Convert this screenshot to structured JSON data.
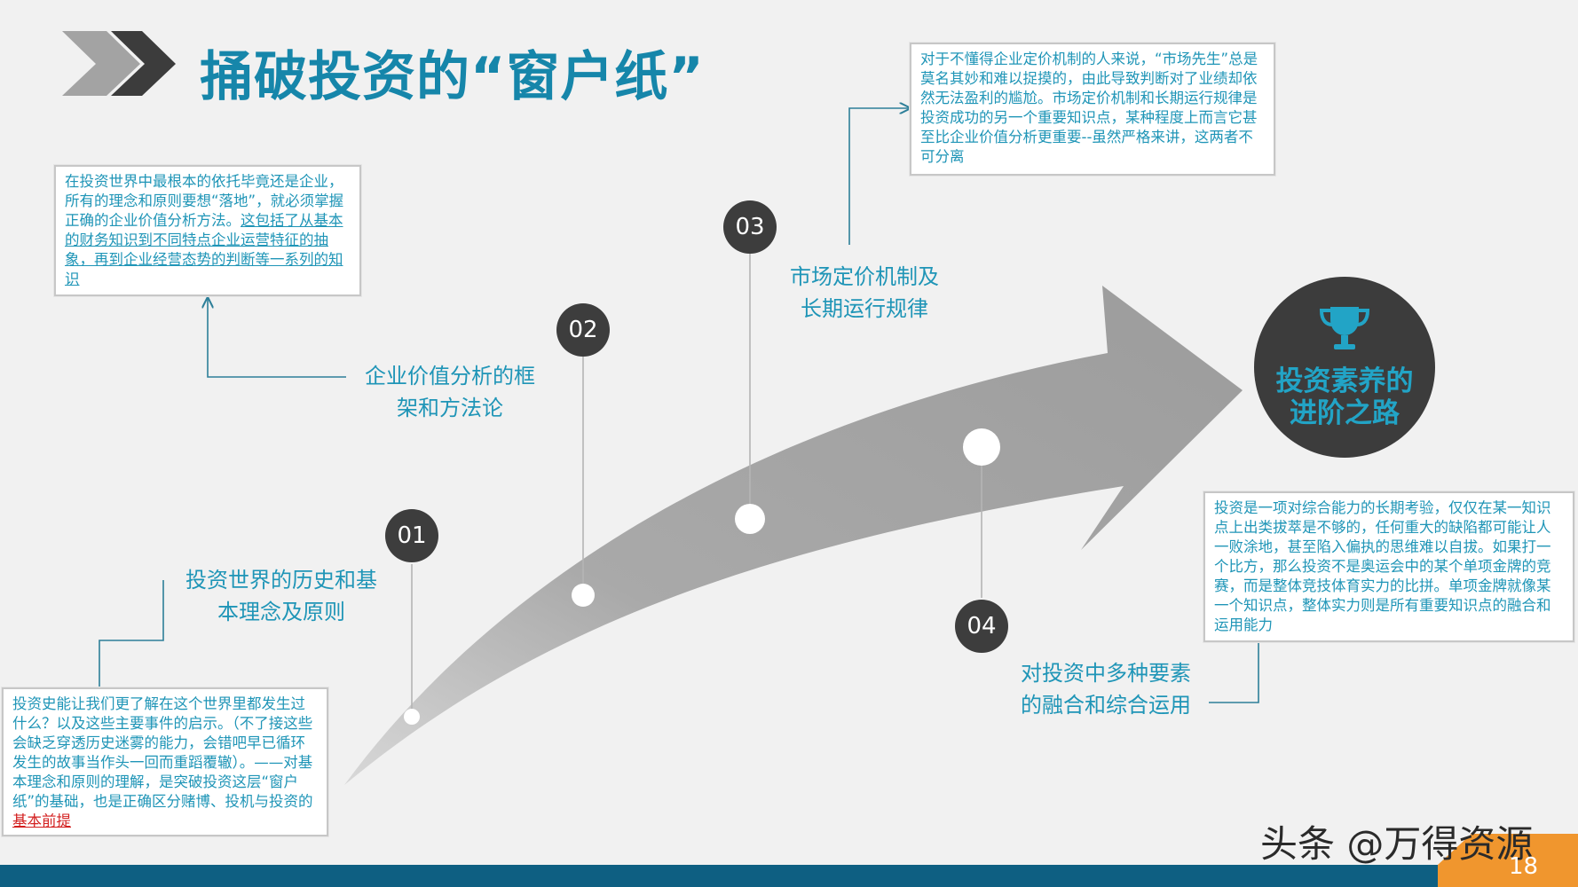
{
  "title": "捅破投资的“窗户纸”",
  "boxes": {
    "b01": {
      "line1": "投资史能让我们更了解在这个世界里都发生过什么？以及这些主要事件的启示。（不了接这些会缺乏穿透历史迷雾的能力，会错吧早已循环发生的故事当作头一回而重蹈覆辙）。——对基本理念和原则的理解，是突破投资这层“窗户纸”的基础，也是正确区分赌博、投机与投资的",
      "emph": "基本前提"
    },
    "b02": {
      "plain": "在投资世界中最根本的依托毕竟还是企业，所有的理念和原则要想“落地”，就必须掌握正确的企业价值分析方法。",
      "underline": "这包括了从基本的财务知识到不同特点企业运营特征的抽象，再到企业经营态势的判断等一系列的知识"
    },
    "b03": "对于不懂得企业定价机制的人来说，“市场先生”总是莫名其妙和难以捉摸的，由此导致判断对了业绩却依然无法盈利的尴尬。市场定价机制和长期运行规律是投资成功的另一个重要知识点，某种程度上而言它甚至比企业价值分析更重要--虽然严格来讲，这两者不可分离",
    "b04": "投资是一项对综合能力的长期考验，仅仅在某一知识点上出类拔萃是不够的，任何重大的缺陷都可能让人一败涂地，甚至陷入偏执的思维难以自拔。如果打一个比方，那么投资不是奥运会中的某个单项金牌的竞赛，而是整体竞技体育实力的比拼。单项金牌就像某一个知识点，整体实力则是所有重要知识点的融合和运用能力"
  },
  "labels": {
    "l01": [
      "投资世界的历史和基",
      "本理念及原则"
    ],
    "l02": [
      "企业价值分析的框",
      "架和方法论"
    ],
    "l03": [
      "市场定价机制及",
      "长期运行规律"
    ],
    "l04": [
      "对投资中多种要素",
      "的融合和综合运用"
    ]
  },
  "badges": {
    "n01": "01",
    "n02": "02",
    "n03": "03",
    "n04": "04"
  },
  "goal": {
    "line1": "投资素养的",
    "line2": "进阶之路",
    "icon": "trophy-icon"
  },
  "footer": {
    "watermark": "头条 @万得资源",
    "page": "18"
  },
  "colors": {
    "accent": "#1f95b7",
    "title": "#1686aa",
    "badge": "#3d3d3d",
    "arrow": "#a5a5a5",
    "bar": "#0e5f82",
    "orange": "#f0962e"
  }
}
